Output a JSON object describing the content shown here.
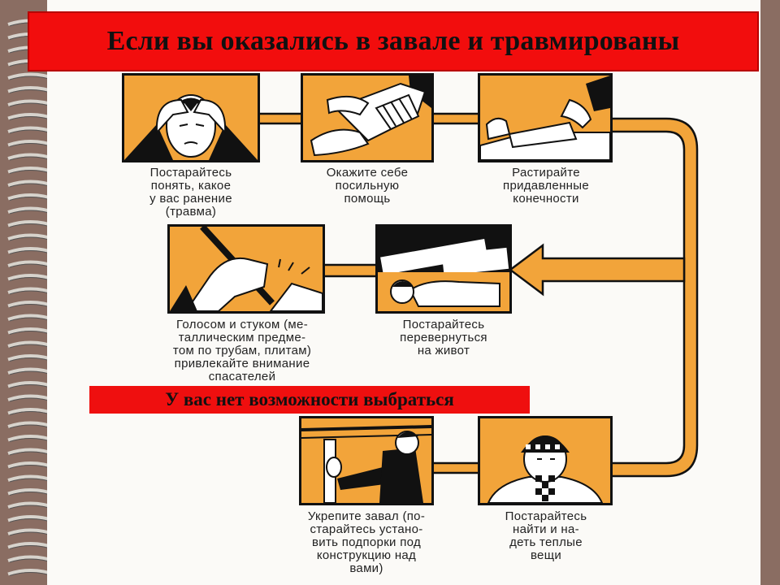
{
  "header": {
    "title": "Если вы оказались в завале и травмированы"
  },
  "steps": [
    {
      "caption_lines": [
        "Постарайтесь",
        "понять, какое",
        "у вас ранение",
        "(травма)"
      ]
    },
    {
      "caption_lines": [
        "Окажите себе",
        "посильную",
        "помощь"
      ]
    },
    {
      "caption_lines": [
        "Растирайте",
        "придавленные",
        "конечности"
      ]
    },
    {
      "caption_lines": [
        "Голосом и стуком (ме-",
        "таллическим предме-",
        "том по трубам, плитам)",
        "привлекайте внимание",
        "спасателей"
      ]
    },
    {
      "caption_lines": [
        "Постарайтесь",
        "перевернуться",
        "на живот"
      ]
    },
    {
      "caption_lines": [
        "Укрепите завал (по-",
        "старайтесь устано-",
        "вить подпорки под",
        "конструкцию над",
        "вами)"
      ]
    },
    {
      "caption_lines": [
        "Постарайтесь",
        "найти и на-",
        "деть теплые",
        "вещи"
      ]
    }
  ],
  "warning": {
    "text": "У вас нет возможности выбраться"
  },
  "colors": {
    "banner": "#f20d0d",
    "panel": "#f2a43a",
    "arrow": "#f2a43a",
    "outline": "#111111"
  }
}
